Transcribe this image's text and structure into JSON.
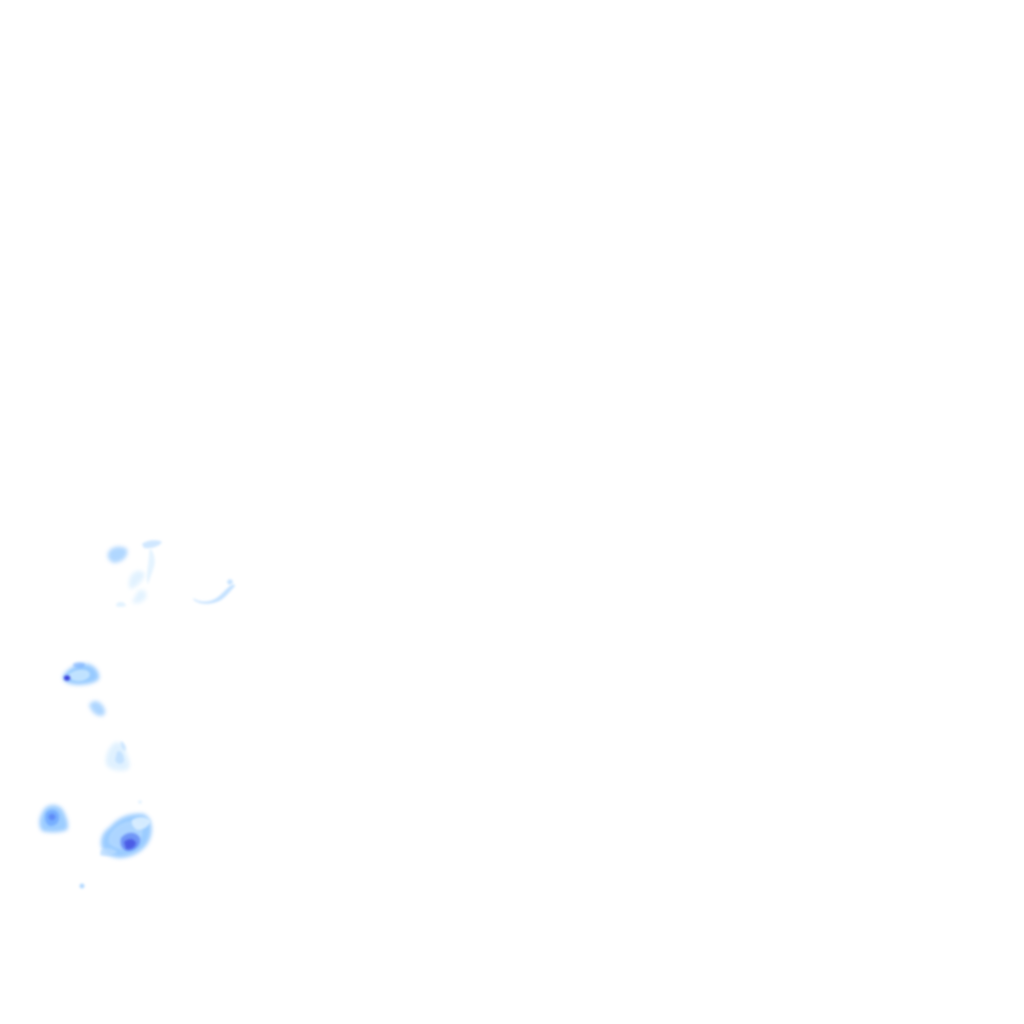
{
  "map": {
    "layer_type": "precipitation-radar-tile",
    "background_color": "#ffffff",
    "colors": {
      "very_light": "#dff1ff",
      "light": "#b9dcff",
      "medium_light": "#93c8ff",
      "medium": "#6ea8ff",
      "strong": "#4c6ff2",
      "heavy": "#2f2fd8"
    },
    "echoes": [
      {
        "name": "echo-upper-left-1",
        "intensity": "light"
      },
      {
        "name": "echo-upper-left-2",
        "intensity": "very_light"
      },
      {
        "name": "echo-upper-middle-streak",
        "intensity": "very_light"
      },
      {
        "name": "echo-upper-right-arc",
        "intensity": "very_light"
      },
      {
        "name": "echo-left-eye",
        "intensity": "strong"
      },
      {
        "name": "echo-left-small",
        "intensity": "light"
      },
      {
        "name": "echo-middle-faint",
        "intensity": "very_light"
      },
      {
        "name": "echo-bottom-left",
        "intensity": "strong"
      },
      {
        "name": "echo-bottom-center",
        "intensity": "heavy"
      },
      {
        "name": "echo-tiny-dot",
        "intensity": "light"
      }
    ]
  }
}
